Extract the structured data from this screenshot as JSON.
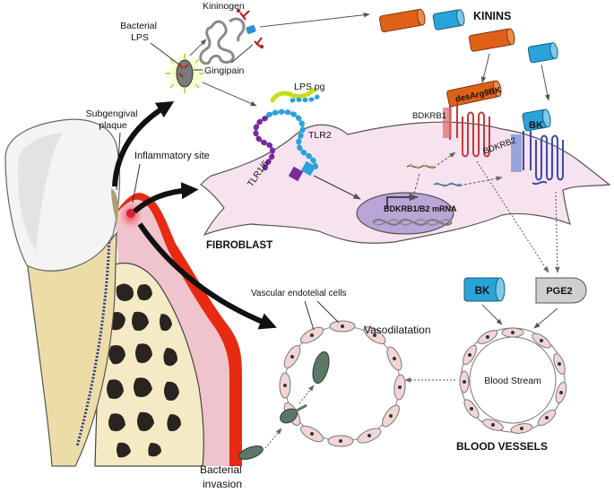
{
  "labels": {
    "bacterial_lps": [
      "Bacterial",
      "LPS"
    ],
    "kininogen": "Kininogen",
    "gingipain": "Gingipain",
    "kinins": "KININS",
    "lps_pg": "LPS pg",
    "subgingival_plaque": [
      "Subgengival",
      "plaque"
    ],
    "inflammatory_site": "Inflammatory site",
    "tlr2": "TLR2",
    "tlr16": "TLR1/6",
    "bdkrb1": "BDKRB1",
    "bdkrb2": "BDKRB2",
    "desarg9bk": "desArg9BK",
    "bk_receptor": "BK",
    "mrna": "BDKRB1/B2 mRNA",
    "fibroblast": "FIBROBLAST",
    "vascular_cells": "Vascular endotelial cells",
    "vasodilatation": "Vasodilatation",
    "bk_signal": "BK",
    "pge2": "PGE2",
    "blood_stream": "Blood Stream",
    "bacterial_invasion": [
      "Bacterial",
      "invasion"
    ],
    "blood_vessels": "BLOOD VESSELS"
  },
  "colors": {
    "kinin_orange": "#e0601a",
    "bk_blue": "#2aa3d8",
    "fibroblast_fill": "#f7e3f0",
    "nucleus_fill": "#b9a5d6",
    "gum_pink": "#f0c4cc",
    "gum_red": "#e82a12",
    "bone_cream": "#f4eac5",
    "vessel_cell": "#f2d6d6",
    "bacteria_green": "#5e7868",
    "pge2_gray": "#cfcfcf"
  }
}
